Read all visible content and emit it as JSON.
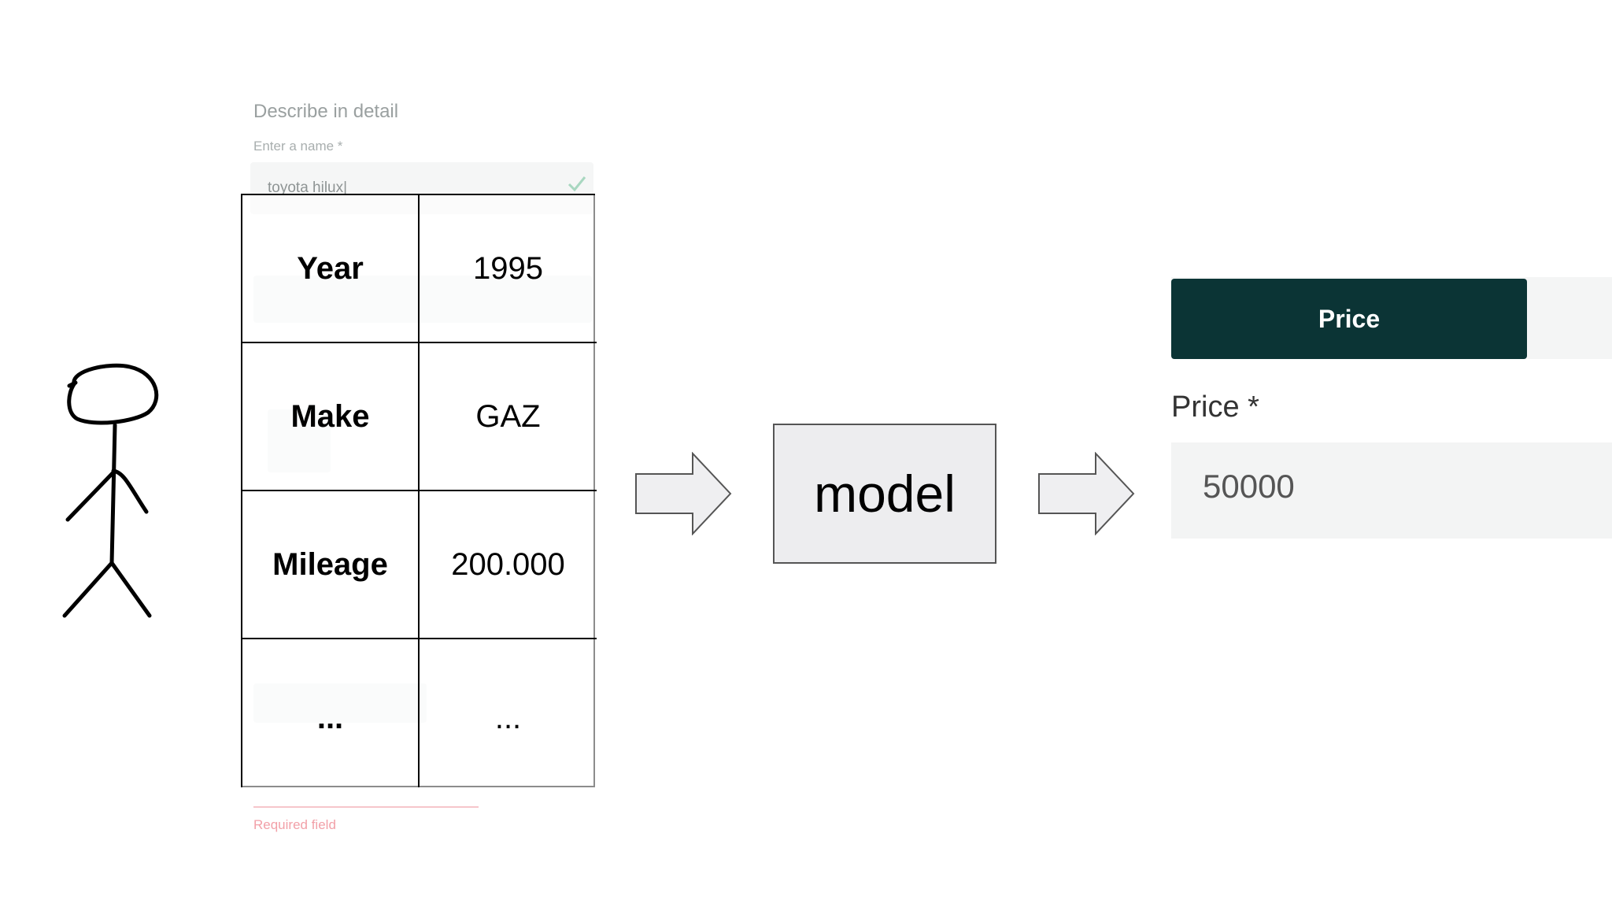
{
  "background_form": {
    "heading": "Describe in detail",
    "name_label": "Enter a name *",
    "name_value": "toyota hilux|",
    "error_text": "Required field"
  },
  "table": {
    "rows": [
      {
        "key": "Year",
        "value": "1995"
      },
      {
        "key": "Make",
        "value": "GAZ"
      },
      {
        "key": "Mileage",
        "value": "200.000"
      },
      {
        "key": "...",
        "value": "..."
      }
    ]
  },
  "model_box": {
    "label": "model"
  },
  "price_ui": {
    "tab_label": "Price",
    "field_label": "Price *",
    "field_value": "50000"
  },
  "colors": {
    "tab_background": "#0b3435",
    "model_fill": "#ededef",
    "arrow_fill": "#efeff1"
  }
}
